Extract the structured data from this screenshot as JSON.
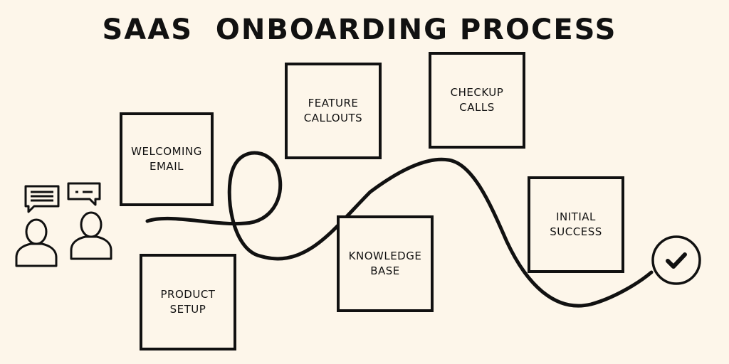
{
  "title": "SAAS  ONBOARDING PROCESS",
  "steps": [
    {
      "label": "WELCOMING\nEMAIL"
    },
    {
      "label": "PRODUCT\nSETUP"
    },
    {
      "label": "FEATURE\nCALLOUTS"
    },
    {
      "label": "KNOWLEDGE\nBASE"
    },
    {
      "label": "CHECKUP\nCALLS"
    },
    {
      "label": "INITIAL\nSUCCESS"
    }
  ],
  "icons": {
    "users": "two-users-chatting-icon",
    "end": "checkmark-circle-icon"
  },
  "colors": {
    "background": "#fdf6ea",
    "ink": "#111111"
  }
}
